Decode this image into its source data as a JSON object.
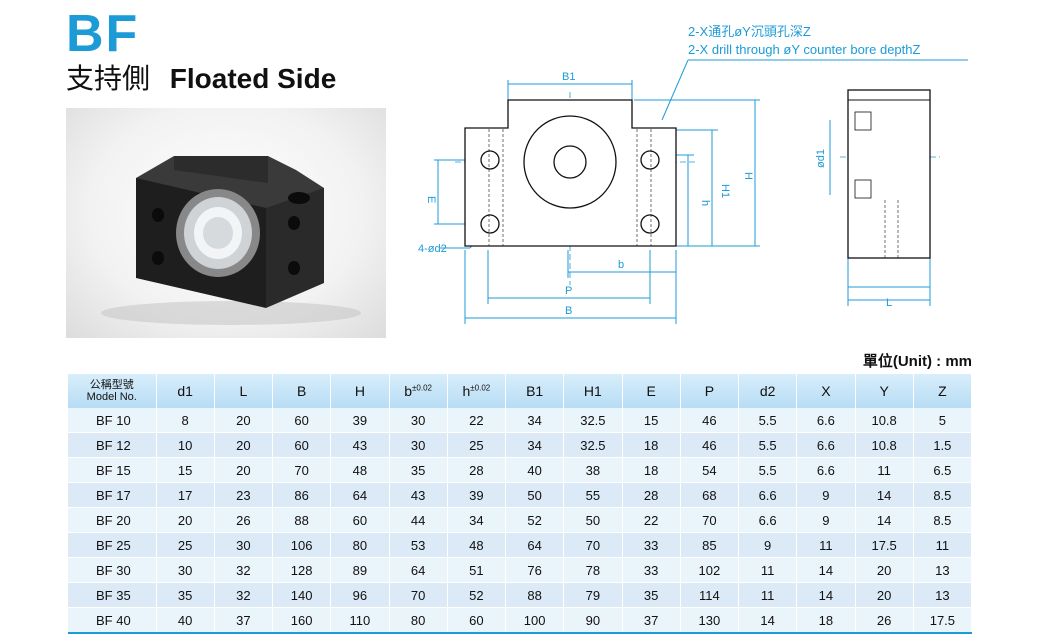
{
  "header": {
    "code": "BF",
    "title_zh": "支持側",
    "title_en": "Floated Side"
  },
  "note": {
    "line_zh": "2-X通孔øY沉頭孔深Z",
    "line_en": "2-X drill through øY counter bore depthZ"
  },
  "drawing_labels": {
    "b1": "B1",
    "e": "E",
    "h": "h",
    "h1": "H1",
    "h_big": "H",
    "d2": "4-ød2",
    "b_small": "b",
    "p": "P",
    "b_big": "B",
    "d1": "ød1",
    "l": "L"
  },
  "unit": "單位(Unit) : mm",
  "table": {
    "model_header_zh": "公稱型號",
    "model_header_en": "Model No.",
    "headers": [
      "d1",
      "L",
      "B",
      "H",
      "b",
      "h",
      "B1",
      "H1",
      "E",
      "P",
      "d2",
      "X",
      "Y",
      "Z"
    ],
    "tolerance": "±0.02",
    "rows": [
      [
        "BF 10",
        "8",
        "20",
        "60",
        "39",
        "30",
        "22",
        "34",
        "32.5",
        "15",
        "46",
        "5.5",
        "6.6",
        "10.8",
        "5"
      ],
      [
        "BF 12",
        "10",
        "20",
        "60",
        "43",
        "30",
        "25",
        "34",
        "32.5",
        "18",
        "46",
        "5.5",
        "6.6",
        "10.8",
        "1.5"
      ],
      [
        "BF 15",
        "15",
        "20",
        "70",
        "48",
        "35",
        "28",
        "40",
        "38",
        "18",
        "54",
        "5.5",
        "6.6",
        "11",
        "6.5"
      ],
      [
        "BF 17",
        "17",
        "23",
        "86",
        "64",
        "43",
        "39",
        "50",
        "55",
        "28",
        "68",
        "6.6",
        "9",
        "14",
        "8.5"
      ],
      [
        "BF 20",
        "20",
        "26",
        "88",
        "60",
        "44",
        "34",
        "52",
        "50",
        "22",
        "70",
        "6.6",
        "9",
        "14",
        "8.5"
      ],
      [
        "BF 25",
        "25",
        "30",
        "106",
        "80",
        "53",
        "48",
        "64",
        "70",
        "33",
        "85",
        "9",
        "11",
        "17.5",
        "11"
      ],
      [
        "BF 30",
        "30",
        "32",
        "128",
        "89",
        "64",
        "51",
        "76",
        "78",
        "33",
        "102",
        "11",
        "14",
        "20",
        "13"
      ],
      [
        "BF 35",
        "35",
        "32",
        "140",
        "96",
        "70",
        "52",
        "88",
        "79",
        "35",
        "114",
        "11",
        "14",
        "20",
        "13"
      ],
      [
        "BF 40",
        "40",
        "37",
        "160",
        "110",
        "80",
        "60",
        "100",
        "90",
        "37",
        "130",
        "14",
        "18",
        "26",
        "17.5"
      ]
    ]
  }
}
